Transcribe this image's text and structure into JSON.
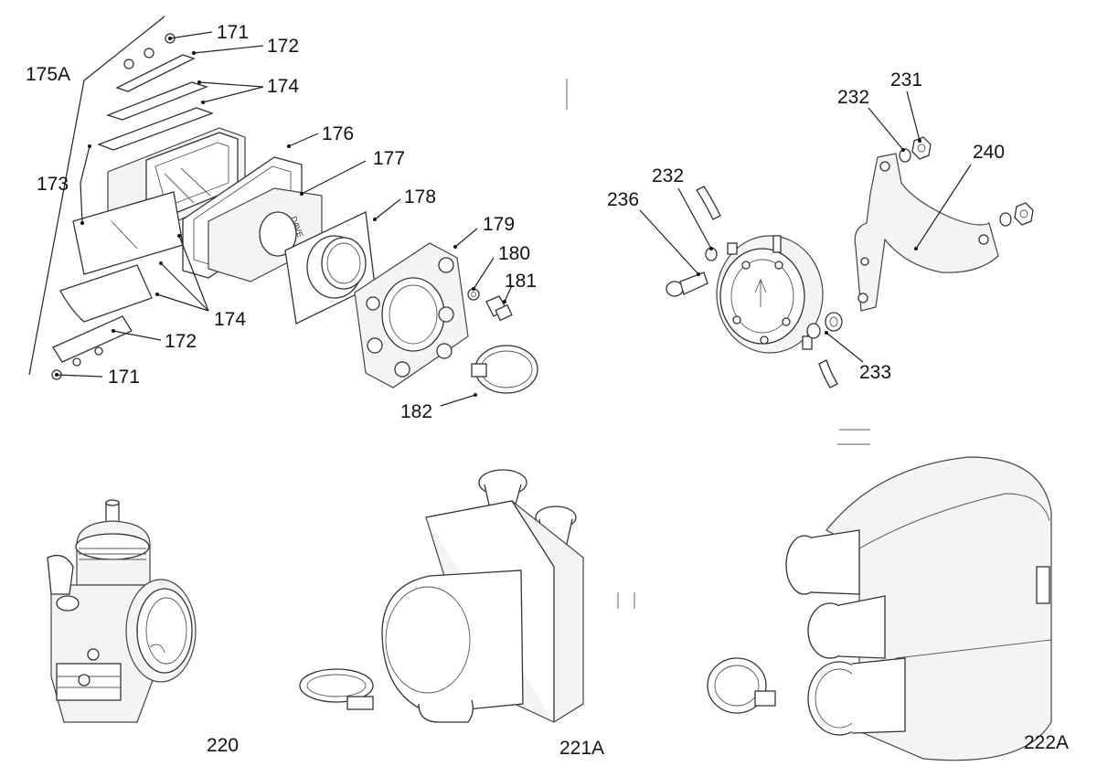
{
  "callouts": {
    "c171a": "171",
    "c172a": "172",
    "c175A": "175A",
    "c174a": "174",
    "c176": "176",
    "c173": "173",
    "c177": "177",
    "c178": "178",
    "c179": "179",
    "c180": "180",
    "c181": "181",
    "c174b": "174",
    "c172b": "172",
    "c171b": "171",
    "c182": "182",
    "c231": "231",
    "c232a": "232",
    "c240": "240",
    "c232b": "232",
    "c236": "236",
    "c233": "233",
    "c220": "220",
    "c221A": "221A",
    "c222A": "222A"
  }
}
